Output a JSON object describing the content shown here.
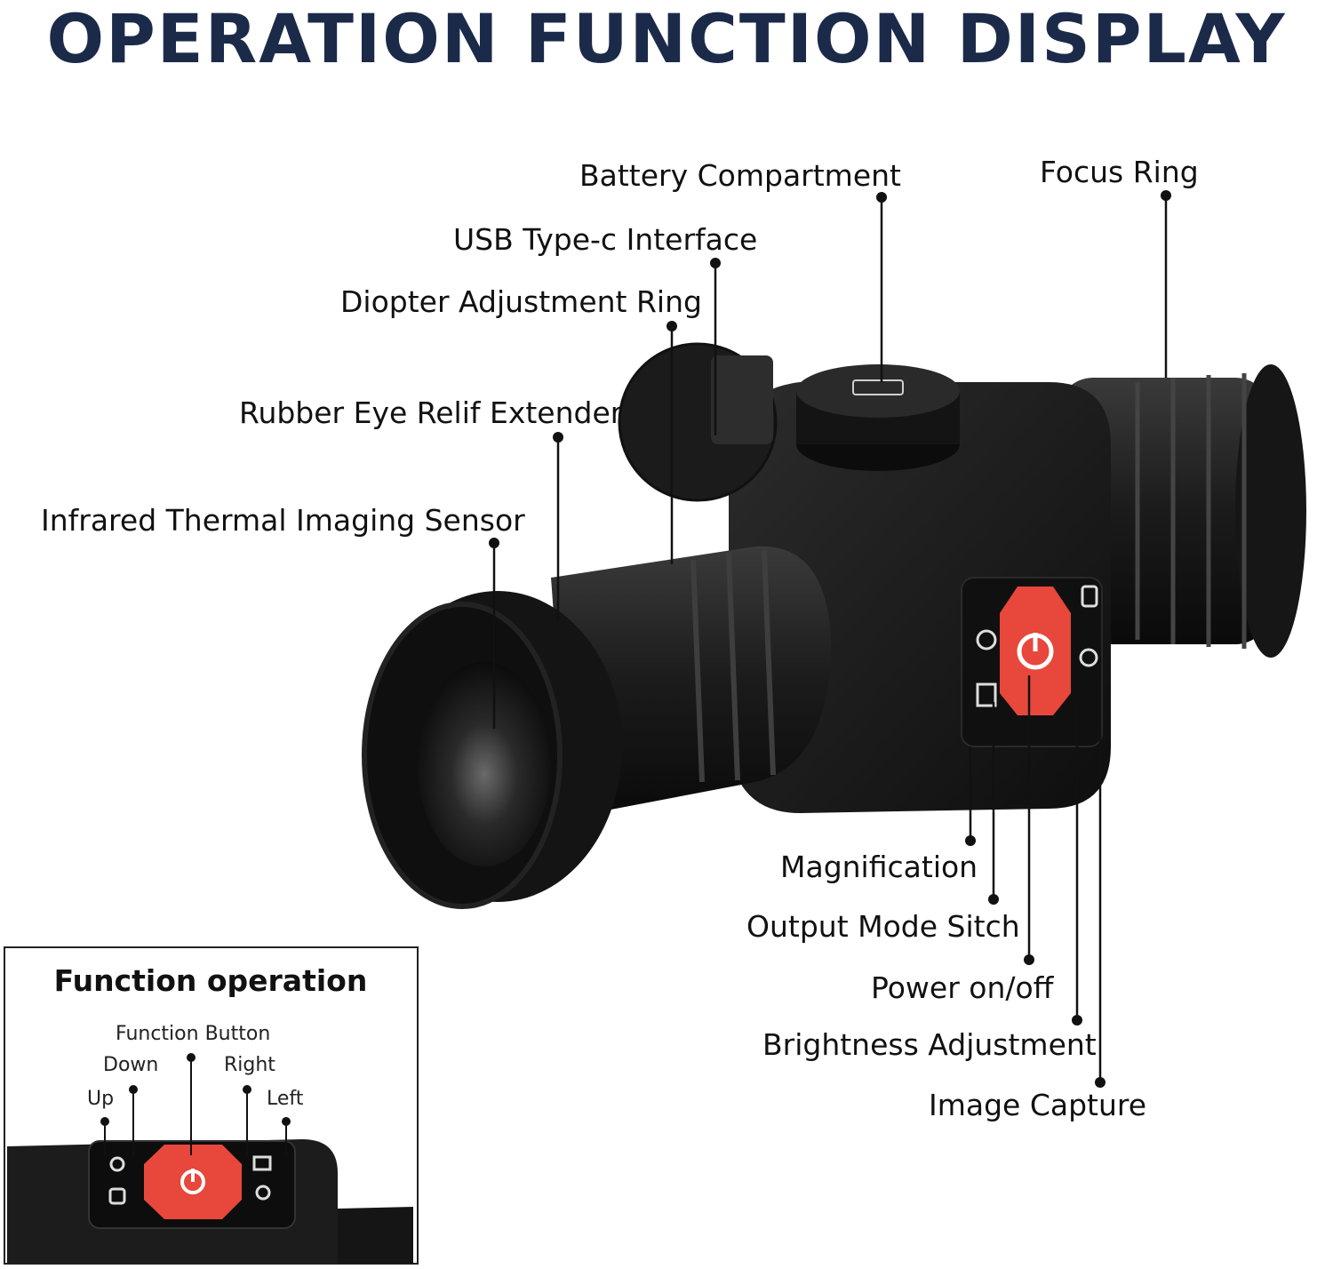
{
  "title": "OPERATION FUNCTION DISPLAY",
  "callouts": {
    "battery_compartment": "Battery Compartment",
    "focus_ring": "Focus Ring",
    "usb_interface": "USB Type-c Interface",
    "diopter_ring": "Diopter Adjustment Ring",
    "eye_relief": "Rubber Eye Relif Extender",
    "thermal_sensor": "Infrared Thermal Imaging Sensor",
    "magnification": "Magnification",
    "output_mode": "Output Mode Sitch",
    "power": "Power on/off",
    "brightness": "Brightness Adjustment",
    "image_capture": "Image Capture"
  },
  "inset": {
    "title": "Function operation",
    "function_button": "Function Button",
    "down": "Down",
    "right": "Right",
    "up": "Up",
    "left": "Left"
  },
  "colors": {
    "title": "#1c2a4a",
    "power_button": "#e8473c",
    "device_body": "#1a1a1a"
  }
}
